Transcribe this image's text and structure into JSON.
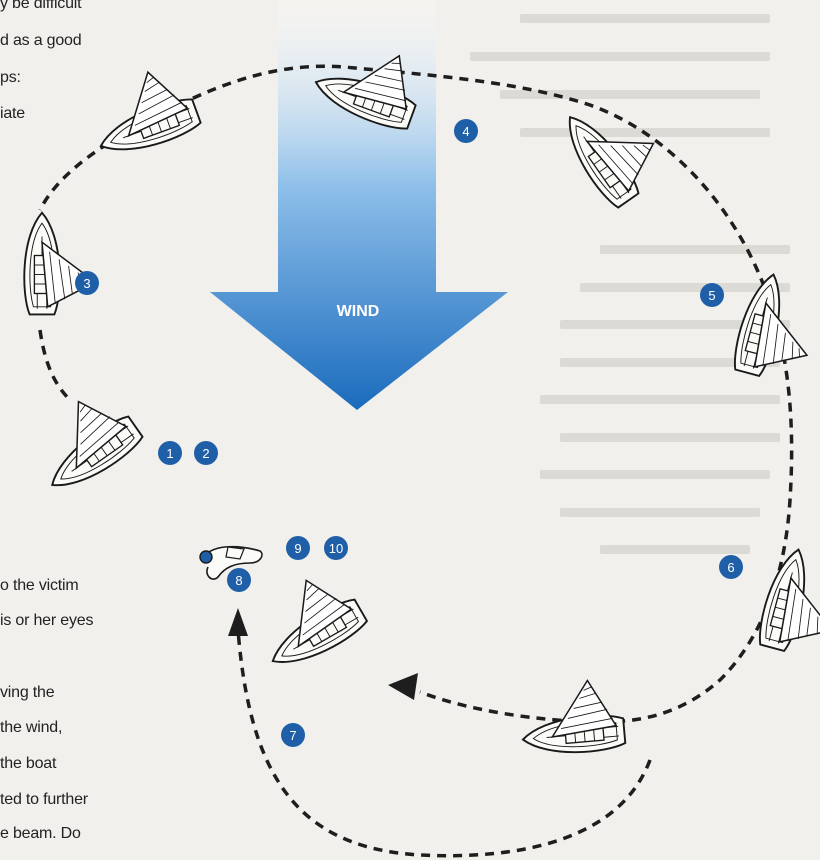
{
  "left_text_top": [
    "y be difficult",
    "d as a good",
    "ps:",
    "iate"
  ],
  "left_text_bottom": [
    "o the victim",
    "is or her eyes",
    "ving the",
    " the wind,",
    " the boat",
    "ted to further",
    "e beam. Do"
  ],
  "wind_label": "WIND",
  "step_markers": [
    "1",
    "2",
    "3",
    "4",
    "5",
    "6",
    "7",
    "8",
    "9",
    "10"
  ],
  "colors": {
    "marker_fill": "#1f5fa8",
    "wind_arrow_top": "#ffffff",
    "wind_arrow_bottom": "#1a6bbd",
    "path_stroke": "#1e1e1e",
    "page_bg": "#f2f0ec"
  },
  "icons": [
    "sailboat-icon",
    "person-overboard-icon",
    "arrowhead-icon"
  ]
}
